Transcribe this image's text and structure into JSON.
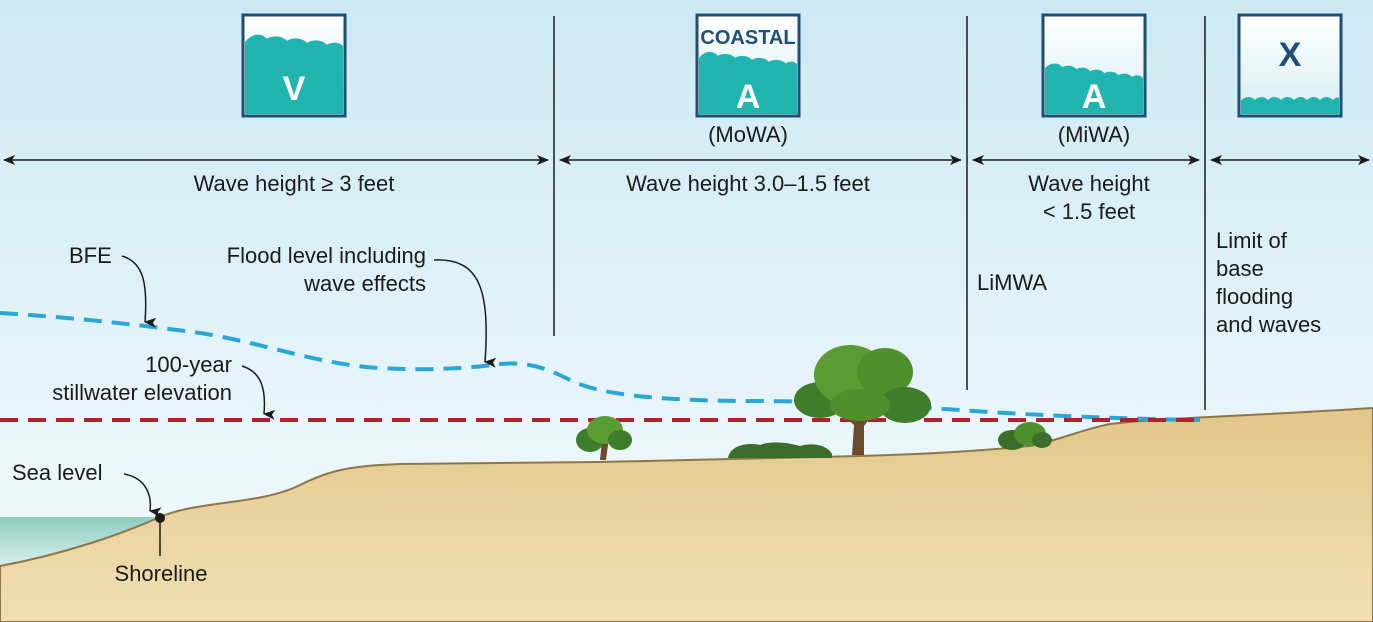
{
  "zones": [
    {
      "id": "V",
      "icon_letter": "V",
      "icon_banner": "",
      "subtitle": "",
      "wave_text": "Wave height ≥ 3 feet"
    },
    {
      "id": "coastal-A",
      "icon_letter": "A",
      "icon_banner": "COASTAL",
      "subtitle": "(MoWA)",
      "wave_text": "Wave height 3.0–1.5 feet"
    },
    {
      "id": "A",
      "icon_letter": "A",
      "icon_banner": "",
      "subtitle": "(MiWA)",
      "wave_text_line1": "Wave height",
      "wave_text_line2": "< 1.5 feet"
    },
    {
      "id": "X",
      "icon_letter": "X",
      "icon_banner": "",
      "subtitle": ""
    }
  ],
  "labels": {
    "bfe": "BFE",
    "flood_level_line1": "Flood level including",
    "flood_level_line2": "wave effects",
    "stillwater_line1": "100-year",
    "stillwater_line2": "stillwater elevation",
    "sea_level": "Sea level",
    "shoreline": "Shoreline",
    "limwa": "LiMWA",
    "limit_line1": "Limit of",
    "limit_line2": "base",
    "limit_line3": "flooding",
    "limit_line4": "and waves"
  },
  "colors": {
    "sky_top": "#cde9f4",
    "sky_bottom": "#ffffff",
    "ground": "#e9d4a0",
    "ground_edge": "#8f7646",
    "icon_teal": "#1fb5ae",
    "icon_border": "#1f4e79",
    "bfe_line": "#2aa7d6",
    "stillwater_line": "#b3202a",
    "sea": "#7cc1b6",
    "tree_green": "#4f8f2c"
  }
}
